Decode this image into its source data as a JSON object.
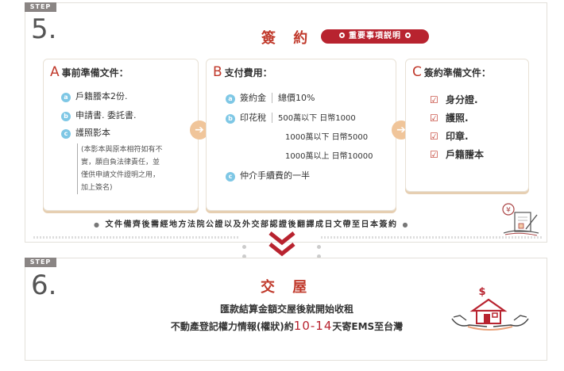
{
  "step5": {
    "tag": "STEP",
    "number": "5.",
    "title": "簽 約",
    "notice": "重要事項説明",
    "cardA": {
      "letter": "A",
      "title": "事前準備文件：",
      "items": [
        {
          "bullet": "a",
          "label": "戶籍謄本2份."
        },
        {
          "bullet": "b",
          "label": "申請書. 委託書."
        },
        {
          "bullet": "c",
          "label": "護照影本"
        }
      ],
      "note_lines": [
        "(本影本與原本相符如有不",
        "實，願自負法律責任，並",
        "僅供申請文件證明之用，",
        "加上簽名)"
      ]
    },
    "cardB": {
      "letter": "B",
      "title": "支付費用：",
      "item_a": {
        "bullet": "a",
        "label": "簽約金",
        "value": "總價10%"
      },
      "item_b": {
        "bullet": "b",
        "label": "印花稅",
        "rows": [
          "500萬以下  日幣1000",
          "1000萬以下  日幣5000",
          "1000萬以上  日幣10000"
        ]
      },
      "item_c": {
        "bullet": "c",
        "label": "仲介手續費的一半"
      }
    },
    "cardC": {
      "letter": "C",
      "title": "簽約準備文件：",
      "items": [
        "身分證.",
        "護照.",
        "印章.",
        "戶籍謄本"
      ]
    },
    "arrow_glyph": "➔",
    "footnote": "文件備齊後需經地方法院公證以及外交部認證後翻譯成日文帶至日本簽約",
    "footnote_dot": "●",
    "yen_symbol": "¥"
  },
  "step6": {
    "tag": "STEP",
    "number": "6.",
    "title": "交 屋",
    "line1": "匯款結算金額交屋後就開始收租",
    "line2_pre": "不動產登記權力情報(權狀)約",
    "line2_hl": "10-14",
    "line2_post": "天寄EMS至台灣",
    "dollar_symbol": "$"
  },
  "colors": {
    "accent": "#b8232f",
    "bullet": "#7ec7e5",
    "arrow": "#f0c59a",
    "tag": "#8a8584"
  }
}
